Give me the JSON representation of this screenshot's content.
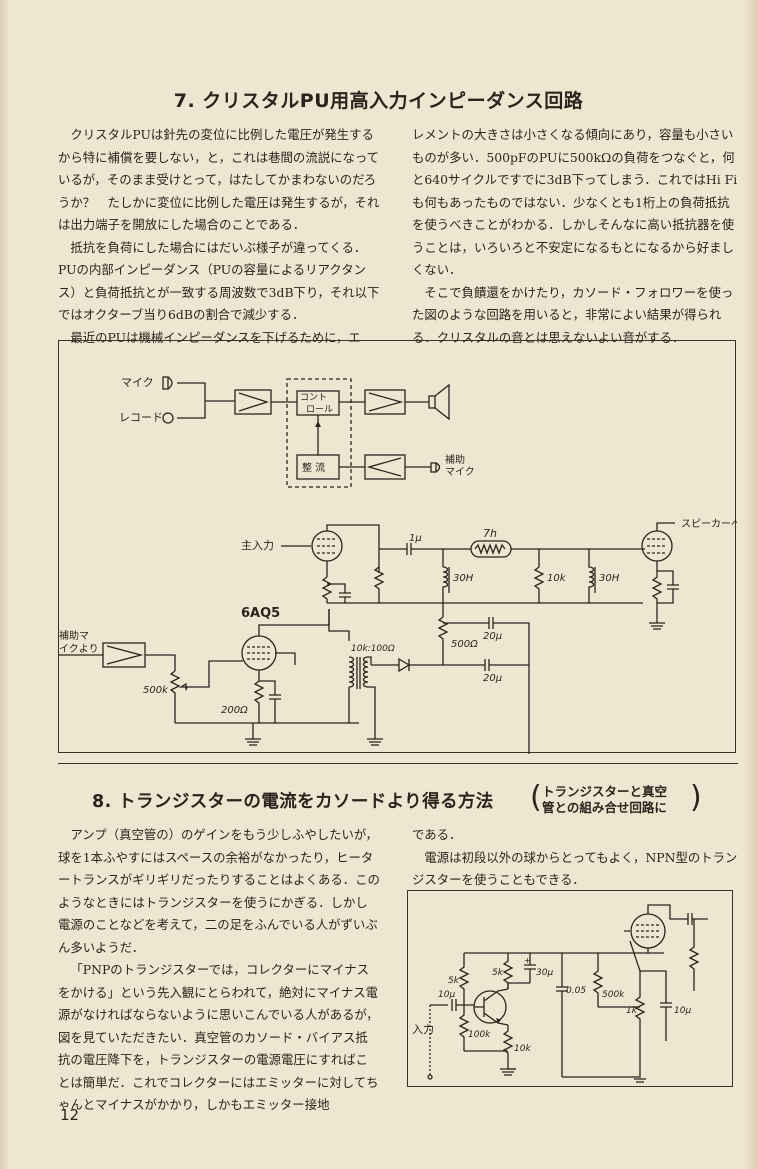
{
  "section7": {
    "title": "7. クリスタルPU用高入力インピーダンス回路",
    "col1": [
      "クリスタルPUは針先の変位に比例した電圧が発生するから特に補償を要しない，と，これは巷間の流説になっているが，そのまま受けとって，はたしてかまわないのだろうか？　たしかに変位に比例した電圧は発生するが，それは出力端子を開放にした場合のことである．",
      "抵抗を負荷にした場合にはだいぶ様子が違ってくる．PUの内部インピーダンス（PUの容量によるリアクタンス）と負荷抵抗とが一致する周波数で3dB下り，それ以下ではオクターブ当り6dBの割合で減少する．",
      "最近のPUは機械インピーダンスを下げるために，エ"
    ],
    "col2": [
      "レメントの大きさは小さくなる傾向にあり，容量も小さいものが多い．500pFのPUに500kΩの負荷をつなぐと，何と640サイクルですでに3dB下ってしまう．これではHi Fiも何もあったものではない．少なくとも1桁上の負荷抵抗を使うべきことがわかる．しかしそんなに高い抵抗器を使うことは，いろいろと不安定になるもとになるから好ましくない．",
      "そこで負饋還をかけたり，カソード・フォロワーを使った図のような回路を用いると，非常によい結果が得られる．クリスタルの音とは思えないよい音がする．"
    ]
  },
  "diagram1": {
    "mic": "マイク",
    "record": "レコード",
    "control": [
      "コント",
      "ロール"
    ],
    "rectifier": "整 流",
    "aux_mic": [
      "補助",
      "マイク"
    ],
    "main_input": "主入力",
    "to_speaker": "スピーカーへ",
    "aux_mic_from": [
      "補助マ",
      "イクより"
    ],
    "tube": "6AQ5",
    "cap_1u": "1μ",
    "choke_7h": "7h",
    "ind_30h_a": "30H",
    "res_10k": "10k",
    "ind_30h_b": "30H",
    "res_500ohm": "500Ω",
    "cap_20u_a": "20μ",
    "cap_20u_b": "20μ",
    "trans": "10k:100Ω",
    "pot_500k": "500k",
    "res_200": "200Ω"
  },
  "section8": {
    "title": "8. トランジスターの電流をカソードより得る方法",
    "sub": [
      "トランジスターと真空",
      "管との組み合せ回路に"
    ],
    "col1": [
      "アンプ（真空管の）のゲインをもう少しふやしたいが，球を1本ふやすにはスペースの余裕がなかったり，ヒータートランスがギリギリだったりすることはよくある．このようなときにはトランジスターを使うにかぎる．しかし電源のことなどを考えて，二の足をふんでいる人がずいぶん多いようだ．",
      "「PNPのトランジスターでは，コレクターにマイナスをかける」という先入観にとらわれて，絶対にマイナス電源がなければならないように思いこんでいる人があるが，図を見ていただきたい．真空管のカソード・バイアス抵抗の電圧降下を，トランジスターの電源電圧にすればことは簡単だ．これでコレクターにはエミッターに対してちゃんとマイナスがかかり，しかもエミッター接地"
    ],
    "col2": [
      "である．",
      "電源は初段以外の球からとってもよく，NPN型のトランジスターを使うこともできる．"
    ]
  },
  "diagram2": {
    "r5k_a": "5k",
    "r5k_b": "5k",
    "c30u": "30μ",
    "c10u_in": "10μ",
    "input": "入力",
    "r100k": "100k",
    "r10k": "10k",
    "c005": "0.05",
    "r500k": "500k",
    "r1k": "1k",
    "c10u_k": "10μ"
  },
  "page_number": "12"
}
